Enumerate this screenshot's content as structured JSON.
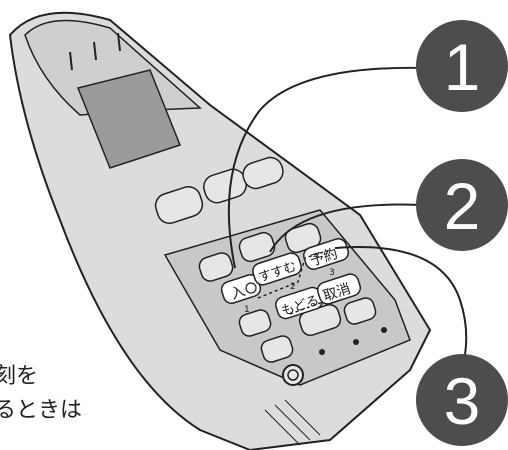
{
  "callouts": [
    {
      "number": "1"
    },
    {
      "number": "2"
    },
    {
      "number": "3"
    }
  ],
  "buttons": {
    "enter": "入",
    "susumu": "すすむ",
    "yoyaku": "予約",
    "modoru": "もどる",
    "torikeshi": "取消",
    "num1": "1",
    "num2": "2",
    "num3": "3"
  },
  "side_text": {
    "line1": "刻を",
    "line2": "るときは"
  },
  "colors": {
    "remote_body": "#d6d6d6",
    "remote_panel": "#c9c9c9",
    "callout_circle": "#4d4d4d",
    "callout_text": "#ffffff"
  }
}
